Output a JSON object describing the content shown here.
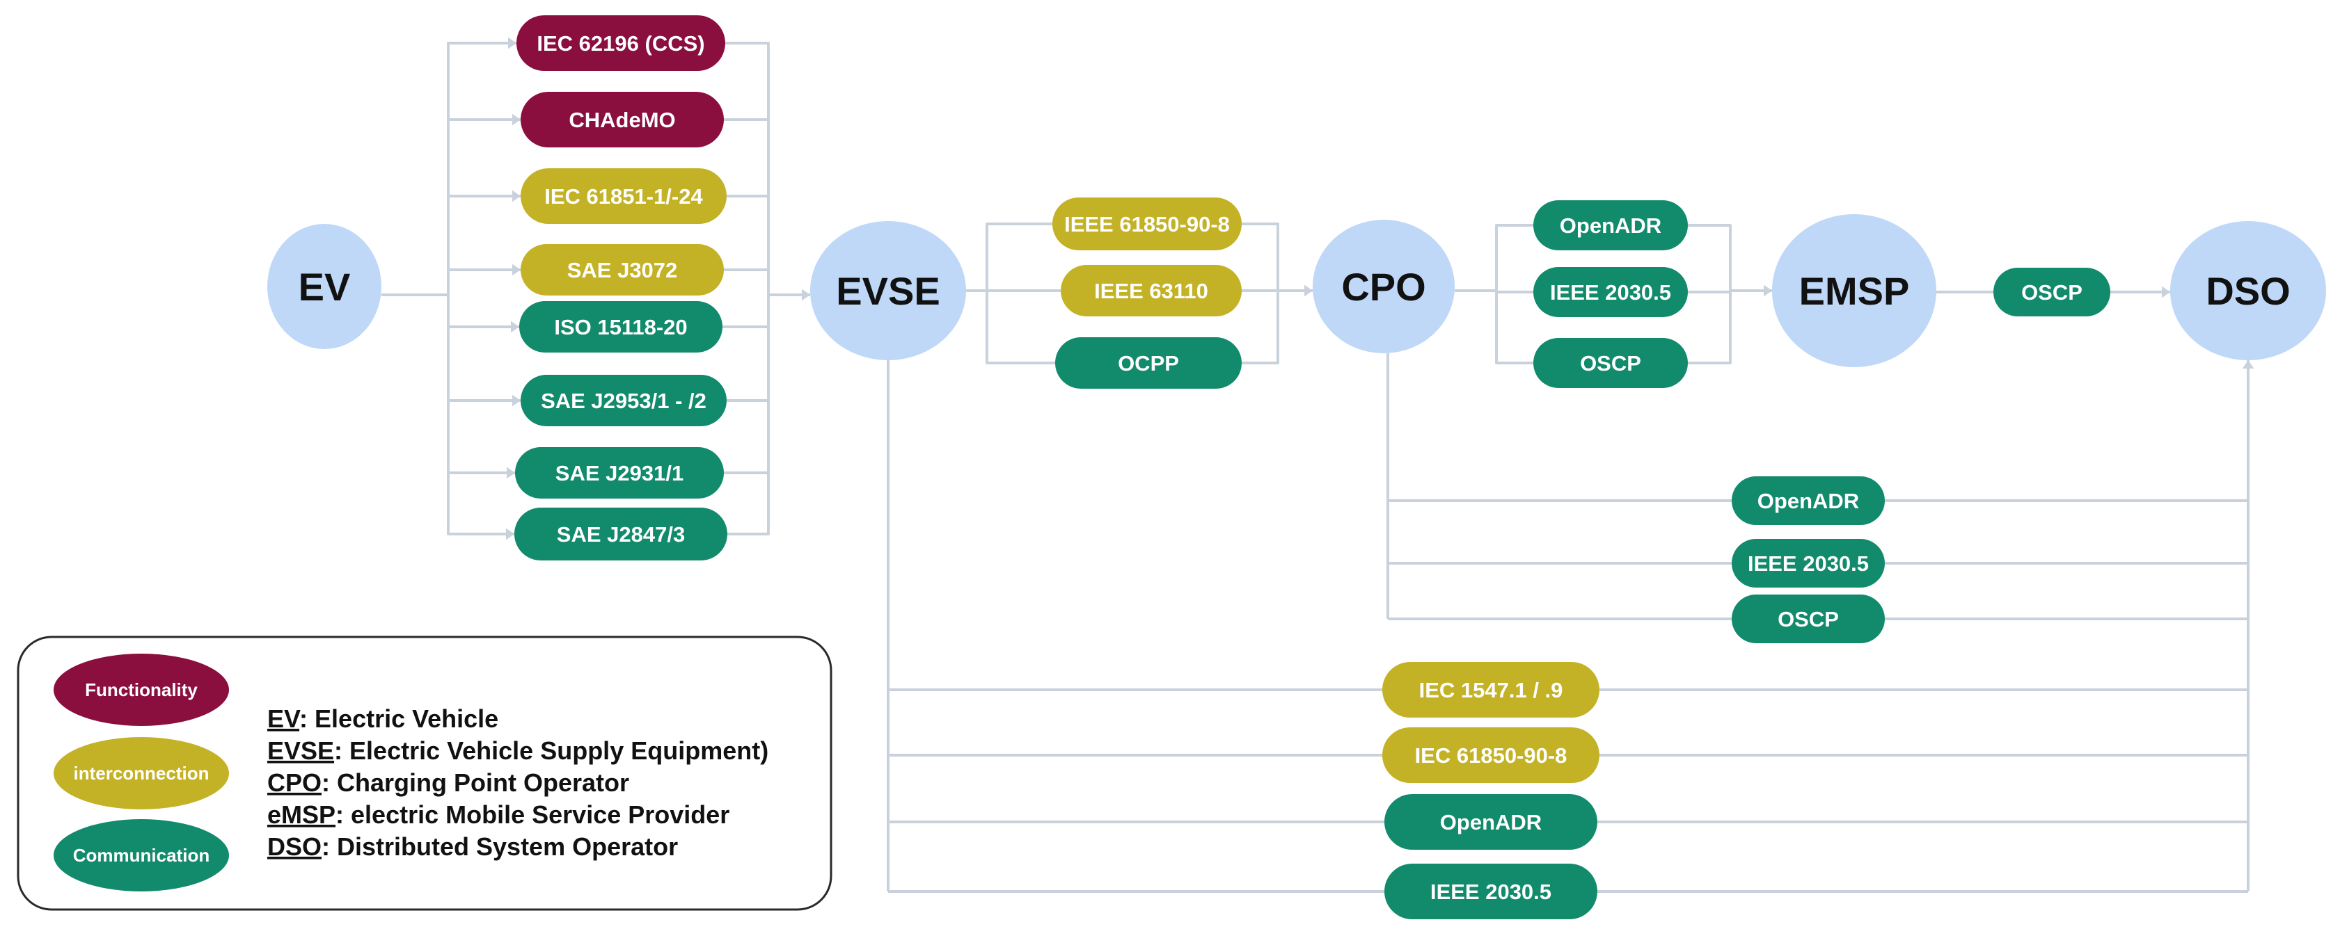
{
  "colors": {
    "functionality": "#8a0e3e",
    "interconnection": "#c4b226",
    "communication": "#128a6c",
    "node": "#bfd8f8",
    "connector": "#c9d2dc",
    "text_on_pill": "#ffffff",
    "text_on_node": "#111111"
  },
  "nodes": {
    "ev": "EV",
    "evse": "EVSE",
    "cpo": "CPO",
    "emsp": "EMSP",
    "dso": "DSO"
  },
  "ev_to_evse": [
    {
      "label": "IEC 62196 (CCS)",
      "kind": "functionality"
    },
    {
      "label": "CHAdeMO",
      "kind": "functionality"
    },
    {
      "label": "IEC 61851-1/-24",
      "kind": "interconnection"
    },
    {
      "label": "SAE J3072",
      "kind": "interconnection"
    },
    {
      "label": "ISO 15118-20",
      "kind": "communication"
    },
    {
      "label": "SAE J2953/1 - /2",
      "kind": "communication"
    },
    {
      "label": "SAE J2931/1",
      "kind": "communication"
    },
    {
      "label": "SAE J2847/3",
      "kind": "communication"
    }
  ],
  "evse_to_cpo": [
    {
      "label": "IEEE 61850-90-8",
      "kind": "interconnection"
    },
    {
      "label": "IEEE 63110",
      "kind": "interconnection"
    },
    {
      "label": "OCPP",
      "kind": "communication"
    }
  ],
  "cpo_to_emsp": [
    {
      "label": "OpenADR",
      "kind": "communication"
    },
    {
      "label": "IEEE 2030.5",
      "kind": "communication"
    },
    {
      "label": "OSCP",
      "kind": "communication"
    }
  ],
  "emsp_to_dso": [
    {
      "label": "OSCP",
      "kind": "communication"
    }
  ],
  "cpo_to_dso": [
    {
      "label": "OpenADR",
      "kind": "communication"
    },
    {
      "label": "IEEE 2030.5",
      "kind": "communication"
    },
    {
      "label": "OSCP",
      "kind": "communication"
    }
  ],
  "evse_to_dso": [
    {
      "label": "IEC 1547.1 / .9",
      "kind": "interconnection"
    },
    {
      "label": "IEC 61850-90-8",
      "kind": "interconnection"
    },
    {
      "label": "OpenADR",
      "kind": "communication"
    },
    {
      "label": "IEEE 2030.5",
      "kind": "communication"
    }
  ],
  "legend": {
    "categories": [
      {
        "label": "Functionality",
        "kind": "functionality"
      },
      {
        "label": "interconnection",
        "kind": "interconnection"
      },
      {
        "label": "Communication",
        "kind": "communication"
      }
    ],
    "definitions": [
      {
        "abbr": "EV",
        "text": ": Electric Vehicle"
      },
      {
        "abbr": "EVSE",
        "text": ": Electric Vehicle Supply Equipment)"
      },
      {
        "abbr": "CPO",
        "text": ": Charging Point Operator"
      },
      {
        "abbr": "eMSP",
        "text": ": electric Mobile Service Provider"
      },
      {
        "abbr": "DSO",
        "text": ": Distributed System Operator"
      }
    ]
  }
}
